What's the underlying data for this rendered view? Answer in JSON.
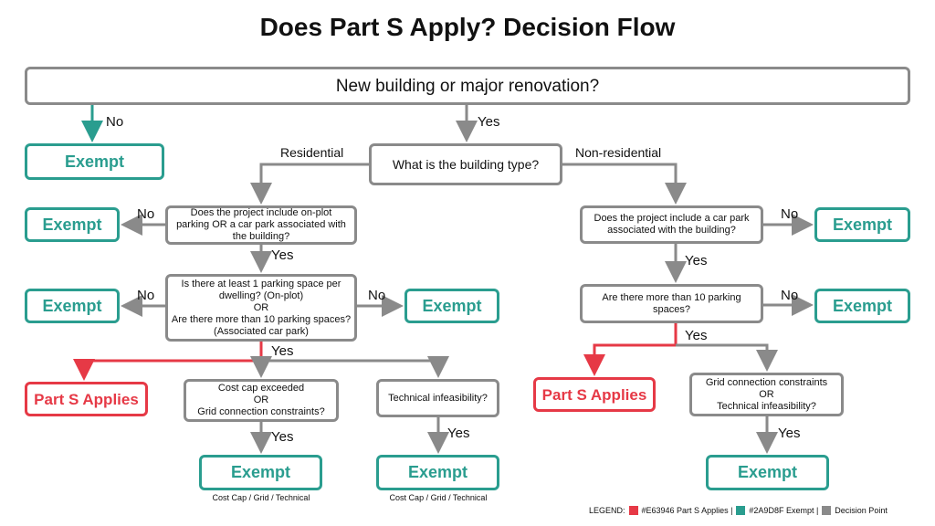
{
  "title": "Does Part S Apply? Decision Flow",
  "colors": {
    "applies": "#E63946",
    "exempt": "#2A9D8F",
    "decision": "#8a8a8a"
  },
  "nodes": {
    "start": "New building or major renovation?",
    "exempt": "Exempt",
    "part_s": "Part S Applies",
    "building_type": "What is the building type?",
    "res_q1": "Does the project include on-plot parking OR a car park associated with the building?",
    "res_q2_a": "Is there at least 1 parking space per dwelling? (On-plot)",
    "or": "OR",
    "res_q2_b": "Are there more than 10 parking spaces? (Associated car park)",
    "res_cost": "Cost cap exceeded",
    "res_grid": "Grid connection constraints?",
    "res_tech": "Technical infeasibility?",
    "nr_q1": "Does the project include a car park associated with the building?",
    "nr_q2": "Are there more than 10 parking spaces?",
    "nr_grid": "Grid connection constraints",
    "nr_tech": "Technical infeasibility?"
  },
  "edges": {
    "yes": "Yes",
    "no": "No",
    "residential": "Residential",
    "non_residential": "Non-residential"
  },
  "captions": {
    "exempt_reason": "Cost Cap / Grid / Technical"
  },
  "legend": {
    "label": "LEGEND:",
    "applies": "#E63946 Part S Applies |",
    "exempt": "#2A9D8F Exempt |",
    "decision": "Decision Point"
  }
}
